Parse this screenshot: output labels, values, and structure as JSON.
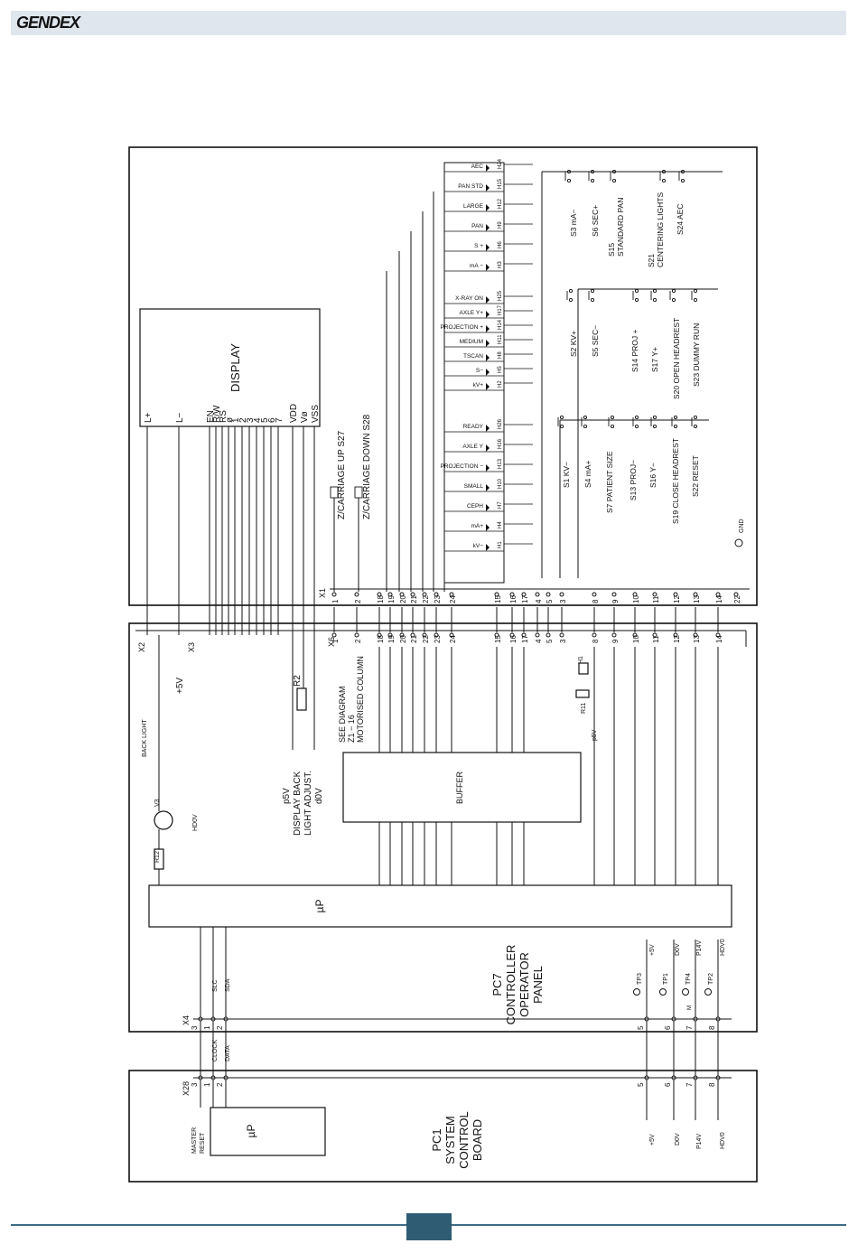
{
  "header": {
    "brand": "GENDEX"
  },
  "display": {
    "title": "DISPLAY",
    "pins": [
      "L+",
      "L−",
      "EN",
      "R/W",
      "RS",
      "ø",
      "1",
      "2",
      "3",
      "4",
      "5",
      "6",
      "7",
      "VDD",
      "Vø",
      "VSS"
    ]
  },
  "x1": {
    "label": "X1",
    "pins": [
      "1",
      "2",
      "18",
      "19",
      "20",
      "21",
      "22",
      "23",
      "24",
      "15",
      "16",
      "17",
      "4",
      "5",
      "3",
      "8",
      "9",
      "10",
      "11",
      "12",
      "13",
      "14",
      "22"
    ]
  },
  "x6": {
    "label": "X6",
    "pins": [
      "1",
      "2",
      "18",
      "19",
      "20",
      "21",
      "22",
      "23",
      "24",
      "15",
      "16",
      "17",
      "4",
      "5",
      "3",
      "8",
      "9",
      "10",
      "11",
      "12",
      "13",
      "14"
    ]
  },
  "carriage": {
    "s27": "Z/CARRIAGE UP   S27",
    "s28": "Z/CARRIAGE DOWN   S28"
  },
  "leds_top": [
    {
      "label": "AEC",
      "id": "H24"
    },
    {
      "label": "PAN STD",
      "id": "H15"
    },
    {
      "label": "LARGE",
      "id": "H12"
    },
    {
      "label": "PAN",
      "id": "H9"
    },
    {
      "label": "S +",
      "id": "H6"
    },
    {
      "label": "mA −",
      "id": "H3"
    }
  ],
  "leds_mid": [
    {
      "label": "X-RAY ON",
      "id": "H25"
    },
    {
      "label": "AXLE Y+",
      "id": "H17"
    },
    {
      "label": "PROJECTION +",
      "id": "H14"
    },
    {
      "label": "MEDIUM",
      "id": "H11"
    },
    {
      "label": "TSCAN",
      "id": "H8"
    },
    {
      "label": "S−",
      "id": "H5"
    },
    {
      "label": "kV+",
      "id": "H2"
    }
  ],
  "leds_bot": [
    {
      "label": "READY",
      "id": "H26"
    },
    {
      "label": "AXLE Y",
      "id": "H16"
    },
    {
      "label": "PROJECTION −",
      "id": "H13"
    },
    {
      "label": "SMALL",
      "id": "H10"
    },
    {
      "label": "CEPH",
      "id": "H7"
    },
    {
      "label": "mA+",
      "id": "H4"
    },
    {
      "label": "kV−",
      "id": "H1"
    }
  ],
  "switches": {
    "s3": "S3   mA−",
    "s6": "S6   SEC+",
    "s15": "S15",
    "s15b": "STANDARD PAN",
    "s21": "S21",
    "s21b": "CENTERING LIGHTS",
    "s24": "S24   AEC",
    "s2": "S2   KV+",
    "s5": "S5   SEC−",
    "s14": "S14   PROJ +",
    "s17": "S17   Y+",
    "s20": "S20   OPEN HEADREST",
    "s23": "S23   DUMMY RUN",
    "s1": "S1   KV−",
    "s4": "S4   mA+",
    "s7": "S7  PATIENT SIZE",
    "s13": "S13   PROJ−",
    "s16": "S16   Y−",
    "s19": "S19   CLOSE HEADREST",
    "s22": "S22   RESET",
    "gnd": "GND"
  },
  "pc7": {
    "x2": "X2",
    "x3": "X3",
    "x4": "X4",
    "x6": "X6",
    "plus5v": "+5V",
    "backlight": "BACK LIGHT",
    "v3": "V3",
    "hdov": "HD0V",
    "r12": "R12",
    "r2": "R2",
    "p5v": "p5V",
    "backadj1": "DISPLAY BACK",
    "backadj2": "LIGHT ADJUST.",
    "d0v": "d0V",
    "seediag1": "SEE DIAGRAM",
    "seediag2": "Z1 − 16",
    "seediag3": "MOTORISED COLUMN",
    "h1": "H1",
    "r11": "R11",
    "p5v2": "p5V",
    "buffer": "BUFFER",
    "up": "µP",
    "slc": "SLC",
    "sda": "SDA",
    "tp3": "TP3",
    "tp1": "TP1",
    "tp4": "TP4",
    "tp2": "TP2",
    "v5": "+5V",
    "dov": "D0V",
    "p14": "P14V",
    "hdvo": "HDV0",
    "m": "M",
    "name1": "PC7",
    "name2": "CONTROLLER",
    "name3": "OPERATOR",
    "name4": "PANEL",
    "x4pins": [
      "3",
      "1",
      "2",
      "5",
      "6",
      "7",
      "8"
    ]
  },
  "pc1": {
    "x28": "X28",
    "clock": "CLOCK",
    "data": "DATA",
    "master1": "MASTER",
    "master2": "RESET",
    "up": "µP",
    "name1": "PC1",
    "name2": "SYSTEM",
    "name3": "CONTROL",
    "name4": "BOARD",
    "v5": "+5V",
    "dov": "D0V",
    "p14": "P14V",
    "hdvo": "HDV0",
    "x28pins": [
      "3",
      "1",
      "2",
      "5",
      "6",
      "7",
      "8"
    ]
  }
}
